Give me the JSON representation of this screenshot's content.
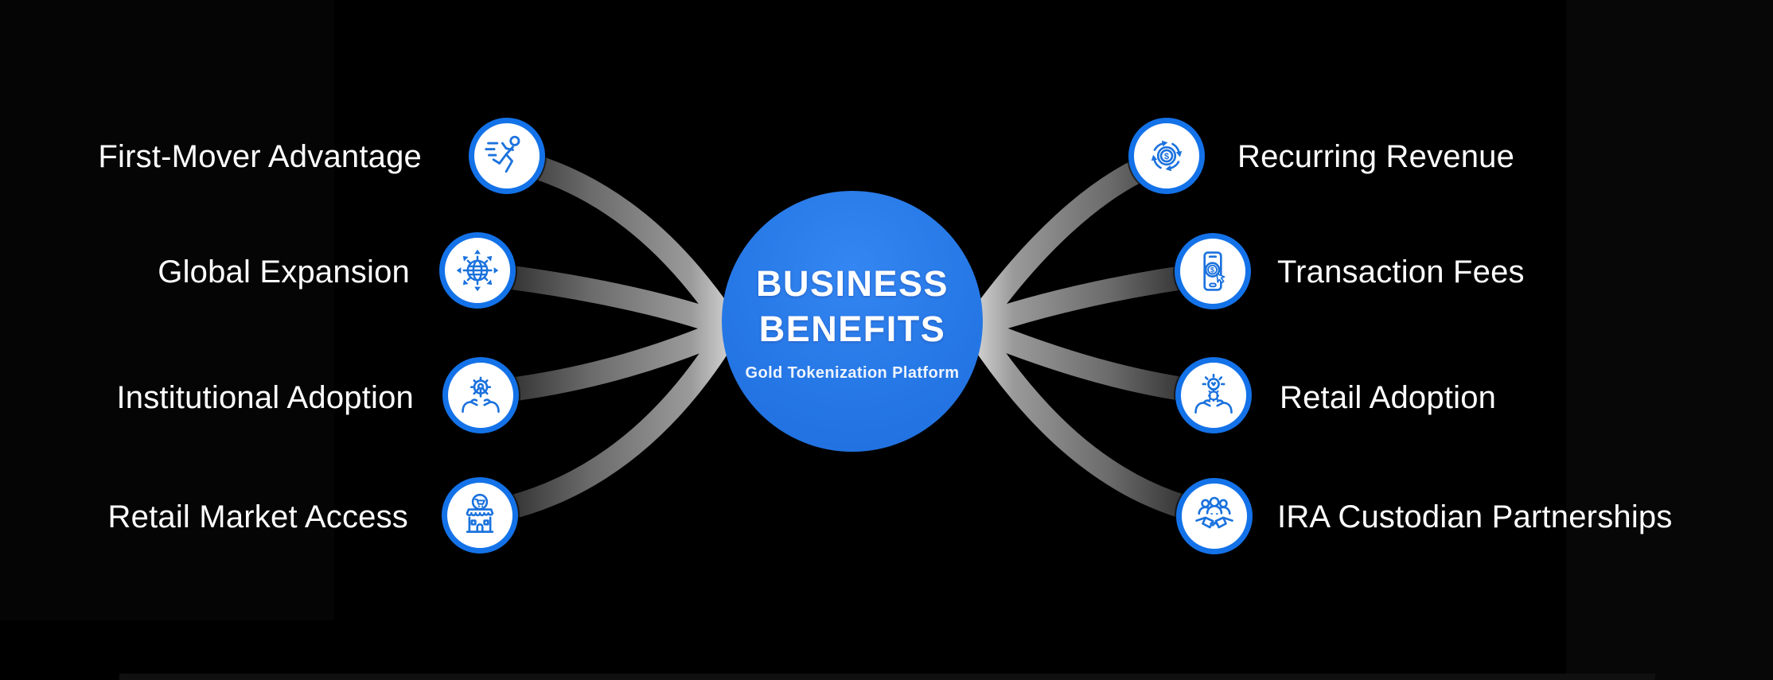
{
  "center": {
    "title_line1": "BUSINESS",
    "title_line2": "BENEFITS",
    "subtitle": "Gold Tokenization Platform"
  },
  "left_items": [
    {
      "label": "First-Mover Advantage",
      "icon": "runner-icon"
    },
    {
      "label": "Global Expansion",
      "icon": "globe-expansion-icon"
    },
    {
      "label": "Institutional Adoption",
      "icon": "hands-holding-gear-icon"
    },
    {
      "label": "Retail Market Access",
      "icon": "storefront-cart-icon"
    }
  ],
  "right_items": [
    {
      "label": "Recurring Revenue",
      "icon": "dollar-cycle-icon"
    },
    {
      "label": "Transaction Fees",
      "icon": "mobile-payment-icon"
    },
    {
      "label": "Retail Adoption",
      "icon": "hands-holding-idea-icon"
    },
    {
      "label": "IRA Custodian Partnerships",
      "icon": "partnership-handshake-icon"
    }
  ],
  "colors": {
    "background": "#000000",
    "center_circle_blue": "#2678e6",
    "icon_ring_blue": "#1472e8",
    "icon_line_blue": "#1b72dd",
    "label_text": "#ffffff",
    "connector_light": "#cfcfcf",
    "connector_dark": "#1d1d1d"
  }
}
